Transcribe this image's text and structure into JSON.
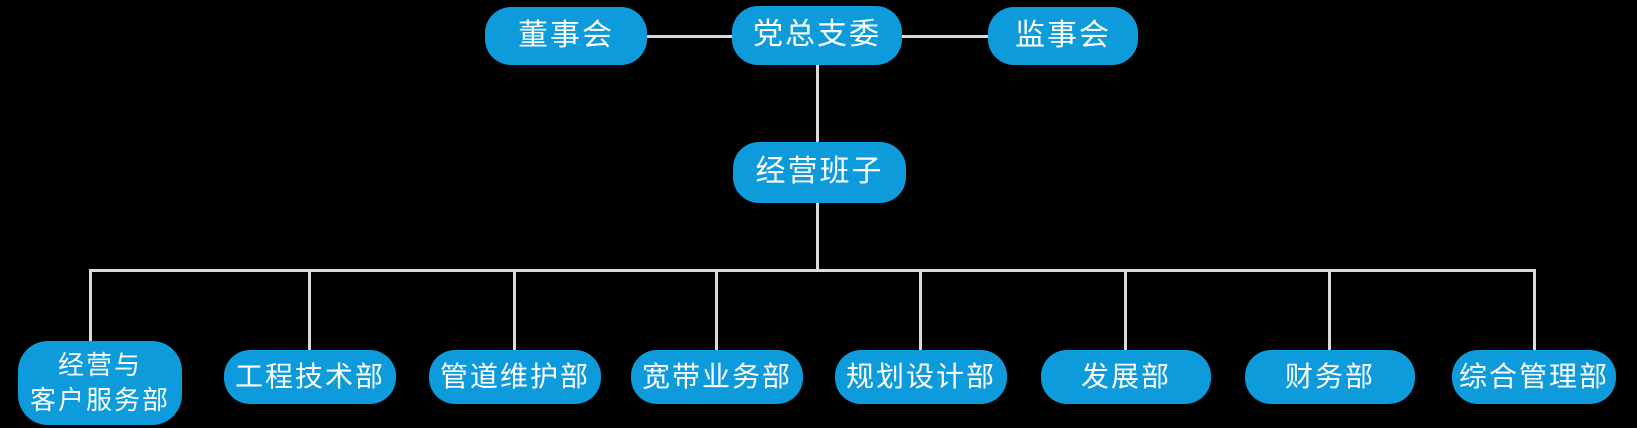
{
  "colors": {
    "node_fill": "#0d9bdb",
    "connector_line": "#dadada",
    "node_text": "#ffffff",
    "background": "#000000"
  },
  "org_chart": {
    "top_row": [
      {
        "label": "董事会"
      },
      {
        "label": "党总支委"
      },
      {
        "label": "监事会"
      }
    ],
    "middle": {
      "label": "经营班子"
    },
    "departments": [
      {
        "label": "经营与\n客户服务部"
      },
      {
        "label": "工程技术部"
      },
      {
        "label": "管道维护部"
      },
      {
        "label": "宽带业务部"
      },
      {
        "label": "规划设计部"
      },
      {
        "label": "发展部"
      },
      {
        "label": "财务部"
      },
      {
        "label": "综合管理部"
      }
    ]
  }
}
